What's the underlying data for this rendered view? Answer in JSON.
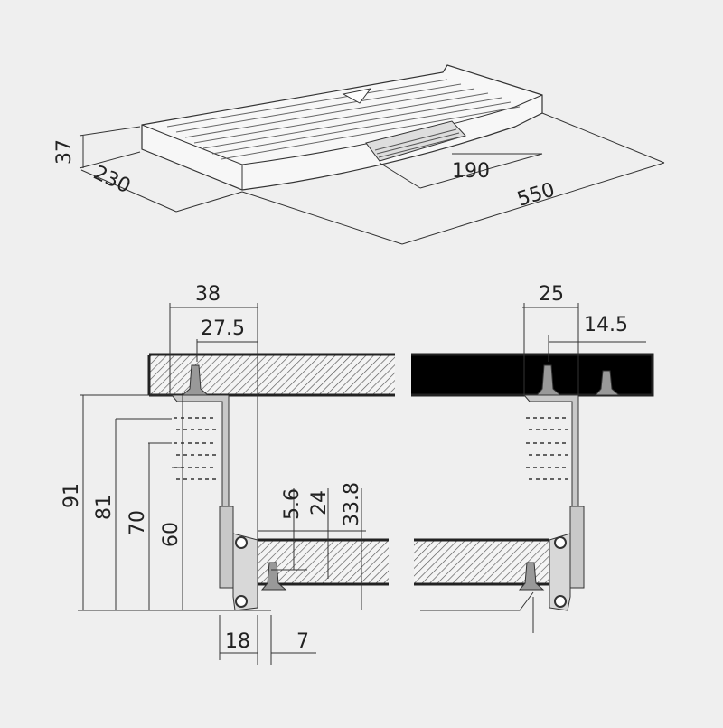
{
  "diagram": {
    "title": "Keyboard drawer dimensions",
    "colors": {
      "background": "#efefef",
      "line": "#222222",
      "metal": "#c8c8c8"
    },
    "iso_dims": {
      "height": "37",
      "depth": "230",
      "handle": "190",
      "width": "550"
    },
    "left_detail": {
      "d38": "38",
      "d27_5": "27.5",
      "d91": "91",
      "d81": "81",
      "d70": "70",
      "d60": "60",
      "d5_6": "5.6",
      "d24": "24",
      "d33_8": "33.8",
      "d18": "18",
      "d7": "7"
    },
    "right_detail": {
      "d25": "25",
      "d14_5": "14.5"
    }
  }
}
